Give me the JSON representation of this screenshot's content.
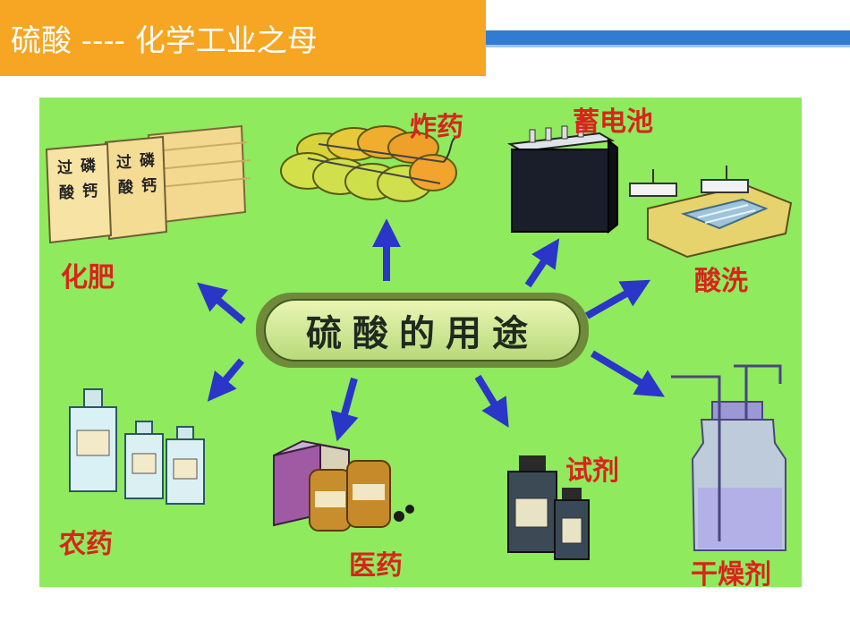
{
  "header": {
    "title": "硫酸 ---- 化学工业之母"
  },
  "diagram": {
    "center": "硫酸的用途",
    "uses": [
      {
        "id": "fertilizer",
        "label": "化肥",
        "icon": "fertilizer-bags-icon"
      },
      {
        "id": "explosives",
        "label": "炸药",
        "icon": "explosives-bundle-icon"
      },
      {
        "id": "battery",
        "label": "蓄电池",
        "icon": "battery-icon"
      },
      {
        "id": "pickling",
        "label": "酸洗",
        "icon": "acid-tank-icon"
      },
      {
        "id": "desiccant",
        "label": "干燥剂",
        "icon": "gas-washing-bottle-icon"
      },
      {
        "id": "reagent",
        "label": "试剂",
        "icon": "reagent-bottles-icon"
      },
      {
        "id": "medicine",
        "label": "医药",
        "icon": "medicine-box-icon"
      },
      {
        "id": "pesticide",
        "label": "农药",
        "icon": "pesticide-bottles-icon"
      }
    ],
    "bag_text": [
      "过",
      "磷",
      "酸",
      "钙"
    ],
    "colors": {
      "background": "#8fea5e",
      "arrow": "#2a36c8",
      "label": "#d8251b",
      "header": "#f6a623",
      "rule": "#2f7cd2"
    }
  }
}
